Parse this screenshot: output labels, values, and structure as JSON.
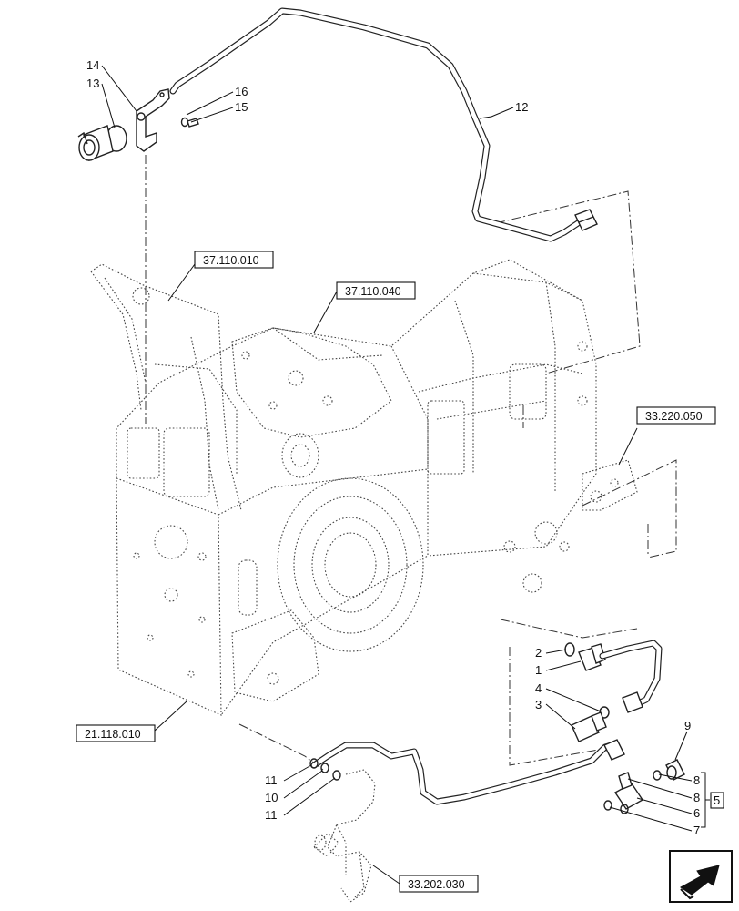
{
  "callouts": {
    "c1": "1",
    "c2": "2",
    "c3": "3",
    "c4": "4",
    "c5": "5",
    "c6": "6",
    "c7": "7",
    "c8a": "8",
    "c8b": "8",
    "c9": "9",
    "c10": "10",
    "c11a": "11",
    "c11b": "11",
    "c12": "12",
    "c13": "13",
    "c14": "14",
    "c15": "15",
    "c16": "16"
  },
  "references": {
    "r1": "37.110.010",
    "r2": "37.110.040",
    "r3": "33.220.050",
    "r4": "21.118.010",
    "r5": "33.202.030"
  },
  "nav_icon": "next-page-arrow-icon"
}
